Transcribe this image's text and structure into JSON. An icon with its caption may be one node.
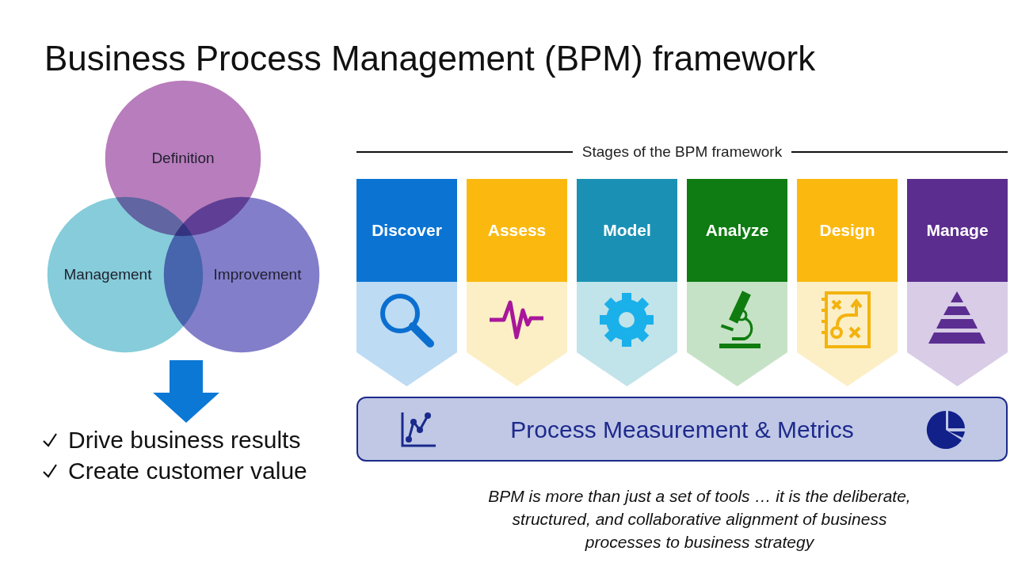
{
  "diagram": {
    "title": "Business Process Management (BPM) framework",
    "nodes": [
      {
        "text": [
          "Definition"
        ]
      },
      {
        "text": [
          "Management"
        ]
      },
      {
        "text": [
          "Improvement"
        ]
      },
      {
        "text": [
          "Discover"
        ]
      },
      {
        "text": [
          "Assess"
        ]
      },
      {
        "text": [
          "Model"
        ]
      },
      {
        "text": [
          "Analyze"
        ]
      },
      {
        "text": [
          "Design"
        ]
      },
      {
        "text": [
          "Manage"
        ]
      },
      {
        "text": [
          "Process Measurement & Metrics"
        ]
      },
      {
        "text": [
          "Drive business results",
          "Create customer value"
        ]
      }
    ],
    "edges": [
      {
        "from": null,
        "to": 10,
        "arrow": "to",
        "color": "#0b78d6"
      }
    ],
    "labels": [
      "Stages of the BPM framework",
      "BPM is more than just a set of tools … it is the deliberate, structured, and collaborative alignment of business processes to business strategy"
    ]
  }
}
